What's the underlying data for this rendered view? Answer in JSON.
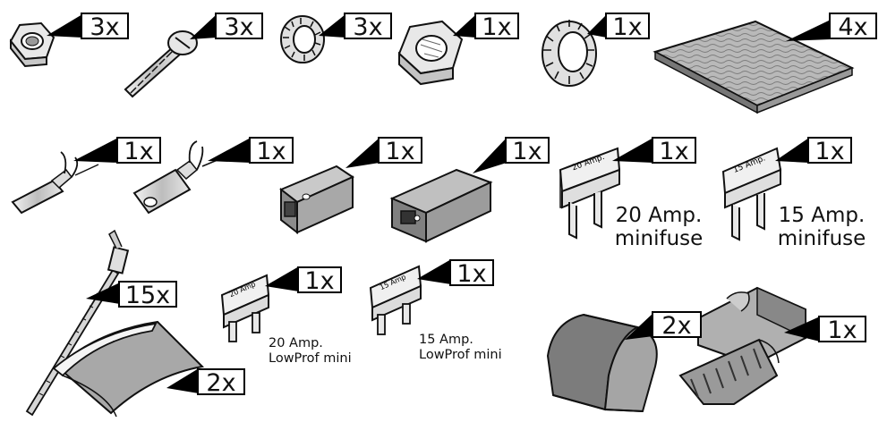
{
  "quantities": {
    "nut_small": "3x",
    "bolt": "3x",
    "lockwasher_small": "3x",
    "nut_large": "1x",
    "lockwasher_large": "1x",
    "pad": "4x",
    "male_terminal": "1x",
    "female_terminal": "1x",
    "connector_male": "1x",
    "connector_female": "1x",
    "fuse_20": "1x",
    "fuse_15": "1x",
    "cable_tie": "15x",
    "adhesive_sheet": "2x",
    "lowprof_20": "1x",
    "lowprof_15": "1x",
    "cap": "2x",
    "tap": "1x"
  },
  "captions": {
    "fuse_20_line1": "20 Amp.",
    "fuse_20_line2": "minifuse",
    "fuse_15_line1": "15 Amp.",
    "fuse_15_line2": "minifuse",
    "lowprof_20_line1": "20 Amp.",
    "lowprof_20_line2": "LowProf mini",
    "lowprof_15_line1": "15 Amp.",
    "lowprof_15_line2": "LowProf mini"
  },
  "fuse_labels": {
    "fuse_20": "20 Amp.",
    "fuse_15": "15 Amp.",
    "lowprof_20": "20 Amp",
    "lowprof_15": "15 Amp"
  }
}
